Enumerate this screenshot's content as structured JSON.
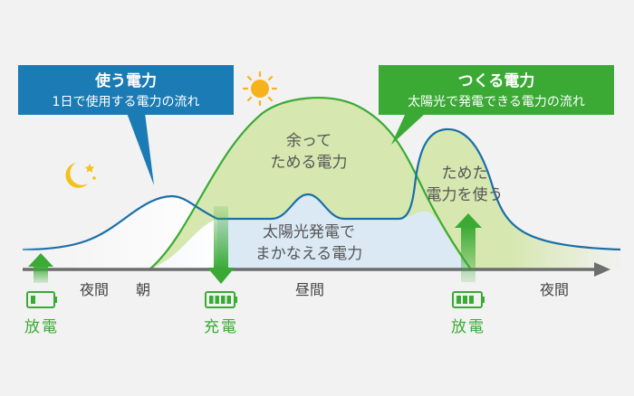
{
  "callouts": {
    "usage": {
      "title": "使う電力",
      "subtitle": "1日で使用する電力の流れ",
      "color": "#1a7bb5"
    },
    "generation": {
      "title": "つくる電力",
      "subtitle": "太陽光で発電できる電力の流れ",
      "color": "#3aaa35"
    }
  },
  "areas": {
    "surplus_line1": "余って",
    "surplus_line2": "ためる電力",
    "stored_line1": "ためた",
    "stored_line2": "電力を使う",
    "solar_line1": "太陽光発電で",
    "solar_line2": "まかなえる電力"
  },
  "timeline": {
    "night_left": "夜間",
    "morning": "朝",
    "daytime": "昼間",
    "night_right": "夜間"
  },
  "battery_labels": {
    "discharge_left": "放電",
    "charge": "充電",
    "discharge_right": "放電"
  },
  "colors": {
    "background": "#f2f2f2",
    "usage_line": "#1a6fa8",
    "generation_line": "#3aaa35",
    "generation_fill": "#d6e7b0",
    "solar_fill": "#dbe9f5",
    "axis": "#6d6d6d",
    "sun": "#f6b21a",
    "moon": "#f2c21b"
  },
  "icons": [
    "sun-icon",
    "moon-icon",
    "battery-icon",
    "arrow-up-icon",
    "arrow-down-icon"
  ]
}
